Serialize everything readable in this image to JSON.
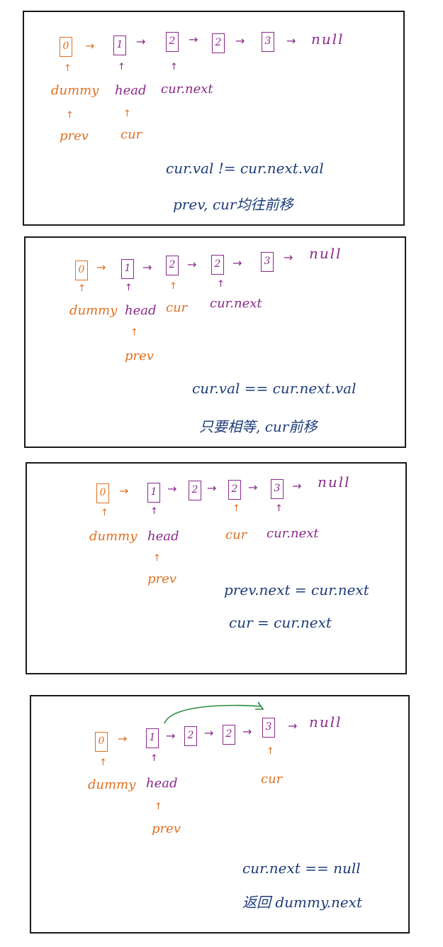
{
  "colors": {
    "dummy": "#e07020",
    "list": "#8a2a8a",
    "note": "#1d3c7a",
    "jump": "#2a8a3a",
    "border": "#1a1a1a"
  },
  "arrow": "→",
  "pointer": "↑",
  "panels": [
    {
      "nodes": [
        "0",
        "1",
        "2",
        "2",
        "3"
      ],
      "null_text": "null",
      "labels": {
        "dummy": "dummy",
        "head": "head",
        "cur_next": "cur.next",
        "prev": "prev",
        "cur": "cur"
      },
      "notes": [
        "cur.val != cur.next.val",
        "prev, cur均往前移"
      ]
    },
    {
      "nodes": [
        "0",
        "1",
        "2",
        "2",
        "3"
      ],
      "null_text": "null",
      "labels": {
        "dummy": "dummy",
        "head": "head",
        "cur": "cur",
        "cur_next": "cur.next",
        "prev": "prev"
      },
      "notes": [
        "cur.val == cur.next.val",
        "只要相等, cur前移"
      ]
    },
    {
      "nodes": [
        "0",
        "1",
        "2",
        "2",
        "3"
      ],
      "null_text": "null",
      "labels": {
        "dummy": "dummy",
        "head": "head",
        "cur": "cur",
        "cur_next": "cur.next",
        "prev": "prev"
      },
      "notes": [
        "prev.next = cur.next",
        "cur = cur.next"
      ]
    },
    {
      "nodes": [
        "0",
        "1",
        "2",
        "2",
        "3"
      ],
      "null_text": "null",
      "labels": {
        "dummy": "dummy",
        "head": "head",
        "cur": "cur",
        "prev": "prev"
      },
      "notes": [
        "cur.next == null",
        "返回 dummy.next"
      ]
    }
  ]
}
